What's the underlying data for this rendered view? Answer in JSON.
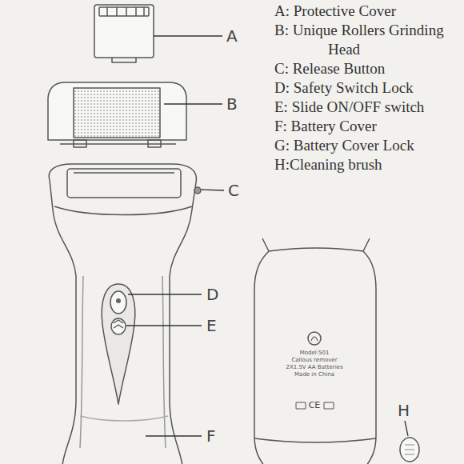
{
  "diagram": {
    "labels": [
      "A: Protective Cover",
      "B: Unique Rollers Grinding Head",
      "C: Release Button",
      "D: Safety Switch Lock",
      "E: Slide ON/OFF switch",
      "F: Battery Cover",
      "G: Battery Cover Lock",
      "H:Cleaning brush",
      "A",
      "B",
      "C",
      "D",
      "E",
      "F",
      "H",
      "Model:501",
      "Callous remover",
      "2X1.5V AA Batteries",
      "Made in China",
      "CE"
    ]
  }
}
